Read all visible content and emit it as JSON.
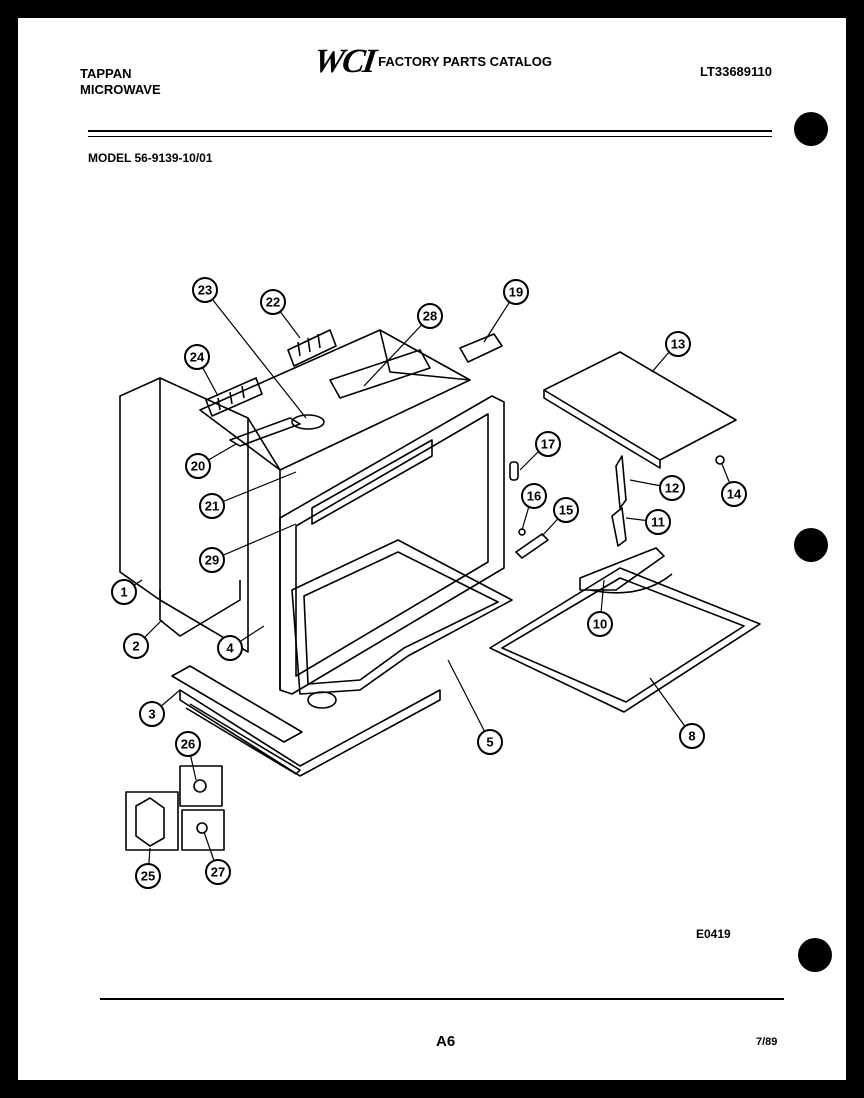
{
  "header": {
    "brand_line1": "TAPPAN",
    "brand_line2": "MICROWAVE",
    "logo": "WCI",
    "catalog_title": "FACTORY PARTS CATALOG",
    "catalog_number": "LT33689110"
  },
  "model": "MODEL 56-9139-10/01",
  "diagram_ref": "E0419",
  "footer": {
    "page": "A6",
    "date": "7/89"
  },
  "callouts": [
    "1",
    "2",
    "3",
    "4",
    "5",
    "8",
    "10",
    "11",
    "12",
    "13",
    "14",
    "15",
    "16",
    "17",
    "19",
    "20",
    "21",
    "22",
    "23",
    "24",
    "25",
    "26",
    "27",
    "28",
    "29"
  ]
}
